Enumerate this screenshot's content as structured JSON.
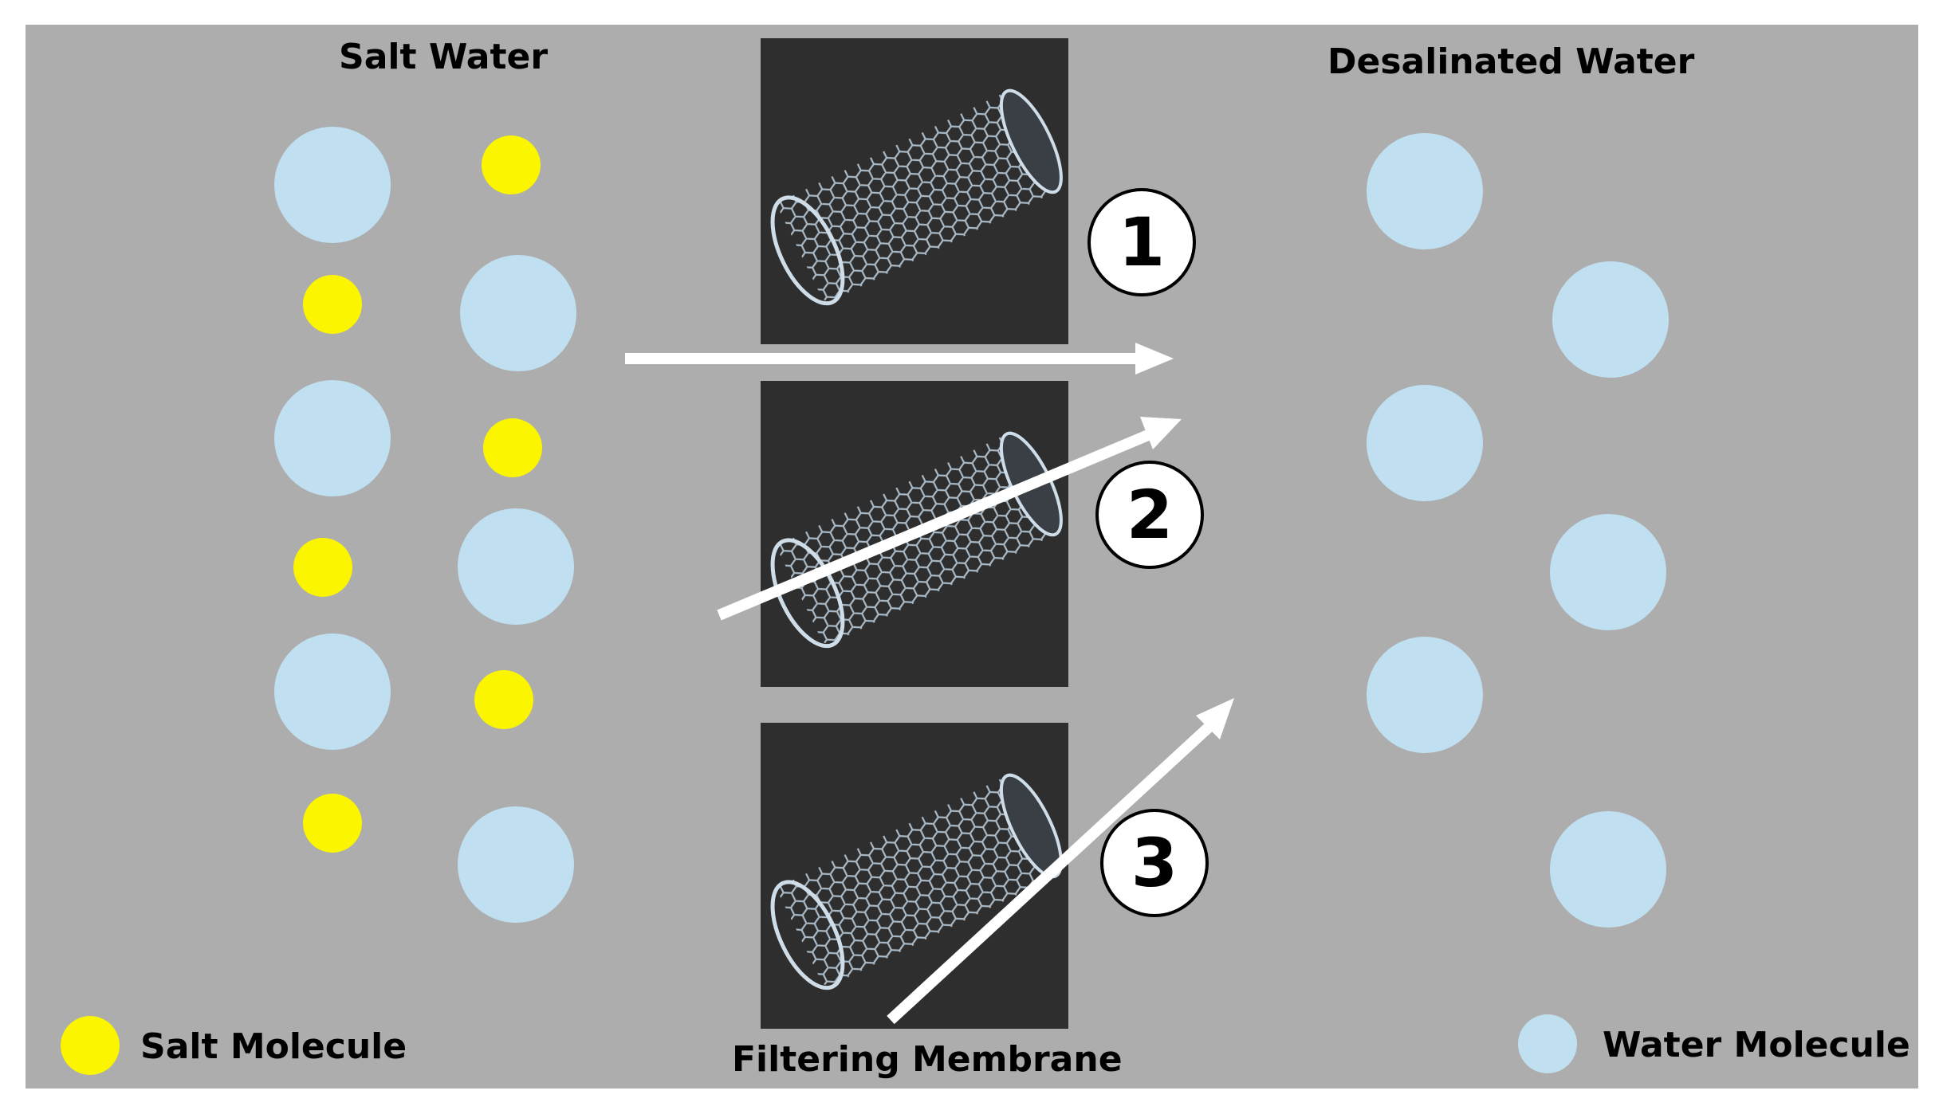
{
  "headings": {
    "salt_water": "Salt Water",
    "desalinated_water": "Desalinated Water",
    "filtering_membrane": "Filtering Membrane"
  },
  "legend": {
    "salt_molecule": "Salt Molecule",
    "water_molecule": "Water Molecule"
  },
  "paths": [
    "1",
    "2",
    "3"
  ],
  "colors": {
    "background": "#adadad",
    "water": "#c0e0f1",
    "salt": "#fcf500",
    "tile": "#2e2e2e",
    "arrow": "#ffffff"
  },
  "icons": {
    "membrane_tile": "carbon-nanotube-icon",
    "arrow": "arrow-icon"
  }
}
